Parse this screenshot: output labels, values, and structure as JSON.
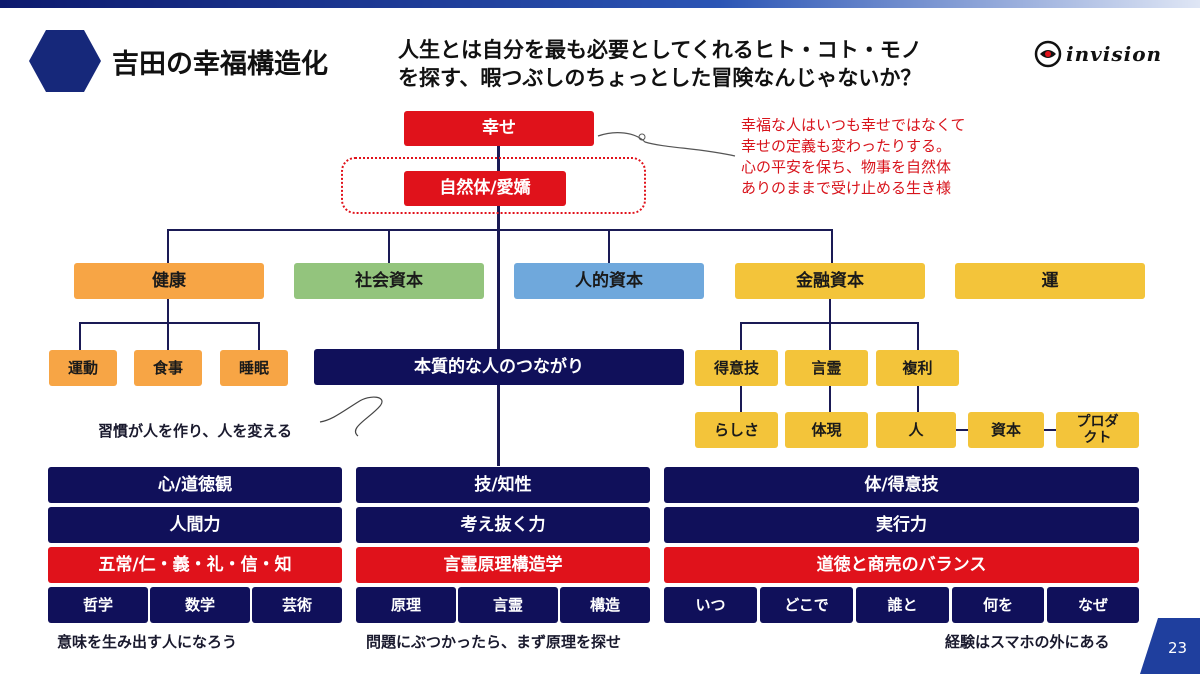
{
  "header": {
    "title": "吉田の幸福構造化",
    "tagline_line1": "人生とは自分を最も必要としてくれるヒト・コト・モノ",
    "tagline_line2": "を探す、暇つぶしのちょっとした冒険なんじゃないか？",
    "logo_text": "invision"
  },
  "page_number": "23",
  "diagram": {
    "top": "幸せ",
    "second": "自然体/愛嬌",
    "annotation": [
      "幸福な人はいつも幸せではなくて",
      "幸せの定義も変わったりする。",
      "心の平安を保ち、物事を自然体",
      "ありのままで受け止める生き様"
    ],
    "capitals": [
      "健康",
      "社会資本",
      "人的資本",
      "金融資本",
      "運"
    ],
    "health_items": [
      "運動",
      "食事",
      "睡眠"
    ],
    "connection": "本質的な人のつながり",
    "habit_note": "習慣が人を作り、人を変える",
    "finance_items": [
      "得意技",
      "言霊",
      "複利"
    ],
    "finance_sub": [
      "らしさ",
      "体現",
      "人",
      "資本",
      "プロダ\nクト"
    ]
  },
  "columns": [
    {
      "header": "心/道徳観",
      "ability": "人間力",
      "principle": "五常/仁・義・礼・信・知",
      "items": [
        "哲学",
        "数学",
        "芸術"
      ],
      "footer": "意味を生み出す人になろう"
    },
    {
      "header": "技/知性",
      "ability": "考え抜く力",
      "principle": "言霊原理構造学",
      "items": [
        "原理",
        "言霊",
        "構造"
      ],
      "footer": "問題にぶつかったら、まず原理を探せ"
    },
    {
      "header": "体/得意技",
      "ability": "実行力",
      "principle": "道徳と商売のバランス",
      "items": [
        "いつ",
        "どこで",
        "誰と",
        "何を",
        "なぜ"
      ],
      "footer": "経験はスマホの外にある"
    }
  ],
  "colors": {
    "navy": "#10105a",
    "red": "#e0121b",
    "orange": "#f7a545",
    "green": "#93c47d",
    "blue": "#6fa8dc",
    "yellow": "#f3c43a"
  }
}
